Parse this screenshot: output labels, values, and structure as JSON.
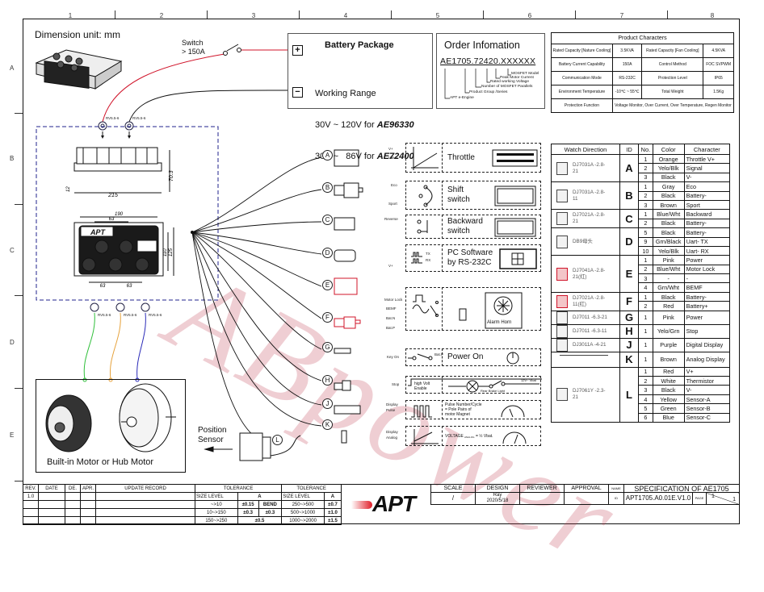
{
  "grid": {
    "columns": [
      "1",
      "2",
      "3",
      "4",
      "5",
      "6",
      "7",
      "8"
    ],
    "rows": [
      "A",
      "B",
      "C",
      "D",
      "E"
    ]
  },
  "header": {
    "dimension_unit": "Dimension unit: mm",
    "switch_label_line1": "Switch",
    "switch_label_line2": "> 150A"
  },
  "battery": {
    "title": "Battery Package",
    "plus_icon": "plus-box-icon",
    "minus_icon": "minus-box-icon",
    "working_range": "Working Range",
    "range1_prefix": "30V ~ 120V for ",
    "range1_model": "AE96330",
    "range2_prefix": "30V ~   86V for ",
    "range2_model": "AE72400"
  },
  "order_info": {
    "title": "Order Infomation",
    "code": "AE1705.72420.XXXXXX",
    "legend": [
      "MOSFET Model",
      "Peak Motor Current",
      "Rated working Voltage",
      "Number of MOSFET Parallels",
      "Product Group /Series",
      "APT e-Engine"
    ]
  },
  "product_characters": {
    "title": "Product Characters",
    "rows": [
      [
        "Rated Capacity [Nature Cooling]",
        "3.5KVA",
        "Rated Capacity [Fan Cooling]",
        "4.5KVA"
      ],
      [
        "Battery Current Capability",
        "150A",
        "Control Method",
        "FOC SVPWM"
      ],
      [
        "Communication Mode",
        "RS-232C",
        "Protection Level",
        "IP65"
      ],
      [
        "Environment Temperature",
        "-10℃ ~ 55℃",
        "Total Weight",
        "1.5Kg"
      ]
    ],
    "protection_label": "Protection Function",
    "protection_value": "Voltage Monitor, Over Current, Over Temperature, Regen Monitor"
  },
  "controller": {
    "terminal_label": "RV5.5-6",
    "dims": {
      "height": "70.3",
      "base": "12",
      "length": "215",
      "width_top": "190",
      "spacing": "63",
      "inner_h": "110",
      "outer_h": "125",
      "bottom1": "63",
      "bottom2": "63"
    },
    "logo": "APT"
  },
  "connectors": [
    "A",
    "B",
    "C",
    "D",
    "E",
    "F",
    "G",
    "H",
    "J",
    "K",
    "L"
  ],
  "functions": [
    {
      "id": "throttle",
      "pins": [
        "V+",
        "Value",
        ""
      ],
      "label": "Throttle"
    },
    {
      "id": "shift",
      "pins": [
        "Eco",
        "",
        "Sport"
      ],
      "label_line1": "Shift",
      "label_line2": "switch"
    },
    {
      "id": "backward",
      "pins": [
        "Reverse",
        ""
      ],
      "label_line1": "Backward",
      "label_line2": "switch"
    },
    {
      "id": "pc",
      "pins": [
        "",
        "TX",
        "RX",
        "V+"
      ],
      "label_line1": "PC Software",
      "label_line2": "by RS-232C"
    },
    {
      "id": "alarm",
      "pins": [
        "",
        "Motor Lock",
        "BEMF",
        "Bat.N",
        "Bat.P"
      ],
      "label": "Alarm Horn"
    },
    {
      "id": "power",
      "pins": [
        "Key On"
      ],
      "switch_label": "Bat.P",
      "label": "Power On"
    },
    {
      "id": "stop",
      "pins": [
        "Stop"
      ],
      "text1": "high Volt",
      "text2": "Enable",
      "lamp": "Rear Brake Light",
      "supply": "12V~ Vbat"
    },
    {
      "id": "display_pulse",
      "pins": [
        "Display",
        "Pulse"
      ],
      "text1": "Pulse Number/Cycle",
      "text2": "= Pole Pairs of",
      "text3": "motor Magnet"
    },
    {
      "id": "display_analog",
      "pins": [
        "Display",
        "Analog"
      ],
      "text": "VOLTAGE",
      "sub": "ANALOG",
      "formula": "= ½ Vbat."
    }
  ],
  "motor": {
    "label": "Built-in Motor or Hub Motor",
    "position_sensor_line1": "Position",
    "position_sensor_line2": "Sensor",
    "phase_colors": [
      "#2fbf3a",
      "#e6a23c",
      "#2a2ab8"
    ]
  },
  "wiring_table": {
    "headers": [
      "Watch Direction",
      "ID",
      "No.",
      "Color",
      "Character"
    ],
    "groups": [
      {
        "connector": "DJ7031A -2.8-21",
        "id": "A",
        "rows": [
          [
            "1",
            "Orange",
            "Throttle V+"
          ],
          [
            "2",
            "Yelo/Blk",
            "Signal"
          ],
          [
            "3",
            "Black",
            "V-"
          ]
        ]
      },
      {
        "connector": "DJ7031A -2.8-11",
        "id": "B",
        "rows": [
          [
            "1",
            "Gray",
            "Eco"
          ],
          [
            "2",
            "Black",
            "Battery-"
          ],
          [
            "3",
            "Brown",
            "Sport"
          ]
        ]
      },
      {
        "connector": "DJ7021A -2.8-21",
        "id": "C",
        "rows": [
          [
            "1",
            "Blue/Wht",
            "Backward"
          ],
          [
            "2",
            "Black",
            "Battery-"
          ]
        ]
      },
      {
        "connector": "DB9母头",
        "id": "D",
        "rows": [
          [
            "5",
            "Black",
            "Battery-"
          ],
          [
            "9",
            "Grn/Black",
            "Uart- TX"
          ],
          [
            "10",
            "Yelo/Blk",
            "Uart- RX"
          ]
        ]
      },
      {
        "connector": "DJ7041A -2.8-21(红)",
        "id": "E",
        "red": true,
        "rows": [
          [
            "1",
            "Pink",
            "Power"
          ],
          [
            "2",
            "Blue/Wht",
            "Motor Lock"
          ],
          [
            "3",
            "-",
            "-"
          ],
          [
            "4",
            "Grn/Wht",
            "BEMF"
          ]
        ]
      },
      {
        "connector": "DJ7021A -2.8-11(红)",
        "id": "F",
        "red": true,
        "rows": [
          [
            "1",
            "Black",
            "Battery-"
          ],
          [
            "2",
            "Red",
            "Battery+"
          ]
        ]
      },
      {
        "connector": "DJ7011 -6.3-21",
        "id": "G",
        "rows": [
          [
            "1",
            "Pink",
            "Power"
          ]
        ]
      },
      {
        "connector": "DJ7011 -6.3-11",
        "id": "H",
        "rows": [
          [
            "1",
            "Yelo/Grn",
            "Stop"
          ]
        ]
      },
      {
        "connector": "DJ3011A -4-21",
        "id": "J",
        "rows": [
          [
            "1",
            "Purple",
            "Digital Display"
          ]
        ]
      },
      {
        "connector": "",
        "id": "K",
        "rows": [
          [
            "1",
            "Brown",
            "Analog Display"
          ]
        ]
      },
      {
        "connector": "DJ7061Y -2.3-21",
        "id": "L",
        "rows": [
          [
            "1",
            "Red",
            "V+"
          ],
          [
            "2",
            "White",
            "Thermistor"
          ],
          [
            "3",
            "Black",
            "V-"
          ],
          [
            "4",
            "Yellow",
            "Sensor-A"
          ],
          [
            "5",
            "Green",
            "Sensor-B"
          ],
          [
            "6",
            "Blue",
            "Sensor-C"
          ]
        ]
      }
    ]
  },
  "title_block": {
    "rev_headers": [
      "REV.",
      "DATE",
      "DE.",
      "APR.",
      "UPDATE RECORD"
    ],
    "rev_rows": [
      [
        "1.0",
        "",
        "",
        "",
        ""
      ]
    ],
    "tolerance_title": "TOLERANCE",
    "tol_size": "SIZE",
    "tol_level": "LEVEL",
    "tol_grade": "A",
    "tol_left": [
      [
        "~>10",
        "±0.15"
      ],
      [
        "10~>150",
        "±0.3"
      ],
      [
        "150~>250",
        "±0.5"
      ]
    ],
    "bend_label": "BEND",
    "bend_value": "±0.3",
    "tol_right": [
      [
        "250~>500",
        "±0.7"
      ],
      [
        "500~>1000",
        "±1.0"
      ],
      [
        "1000~>2000",
        "±1.5"
      ]
    ],
    "logo": "APT",
    "scale_label": "SCALE",
    "scale_value": "/",
    "design_label": "DESIGN",
    "design_value1": "Ray",
    "design_value2": "2020/5/18",
    "reviewer_label": "REVIEWER",
    "approval_label": "APPROVAL",
    "name_label": "NAME",
    "name_value": "SPECIFICATION OF AE1705",
    "id_label": "ID",
    "id_value": "APT1705.A0.01E.V1.0",
    "page_label": "PAGE",
    "page_current": "1",
    "page_total": "1"
  },
  "watermark": "ABpower"
}
